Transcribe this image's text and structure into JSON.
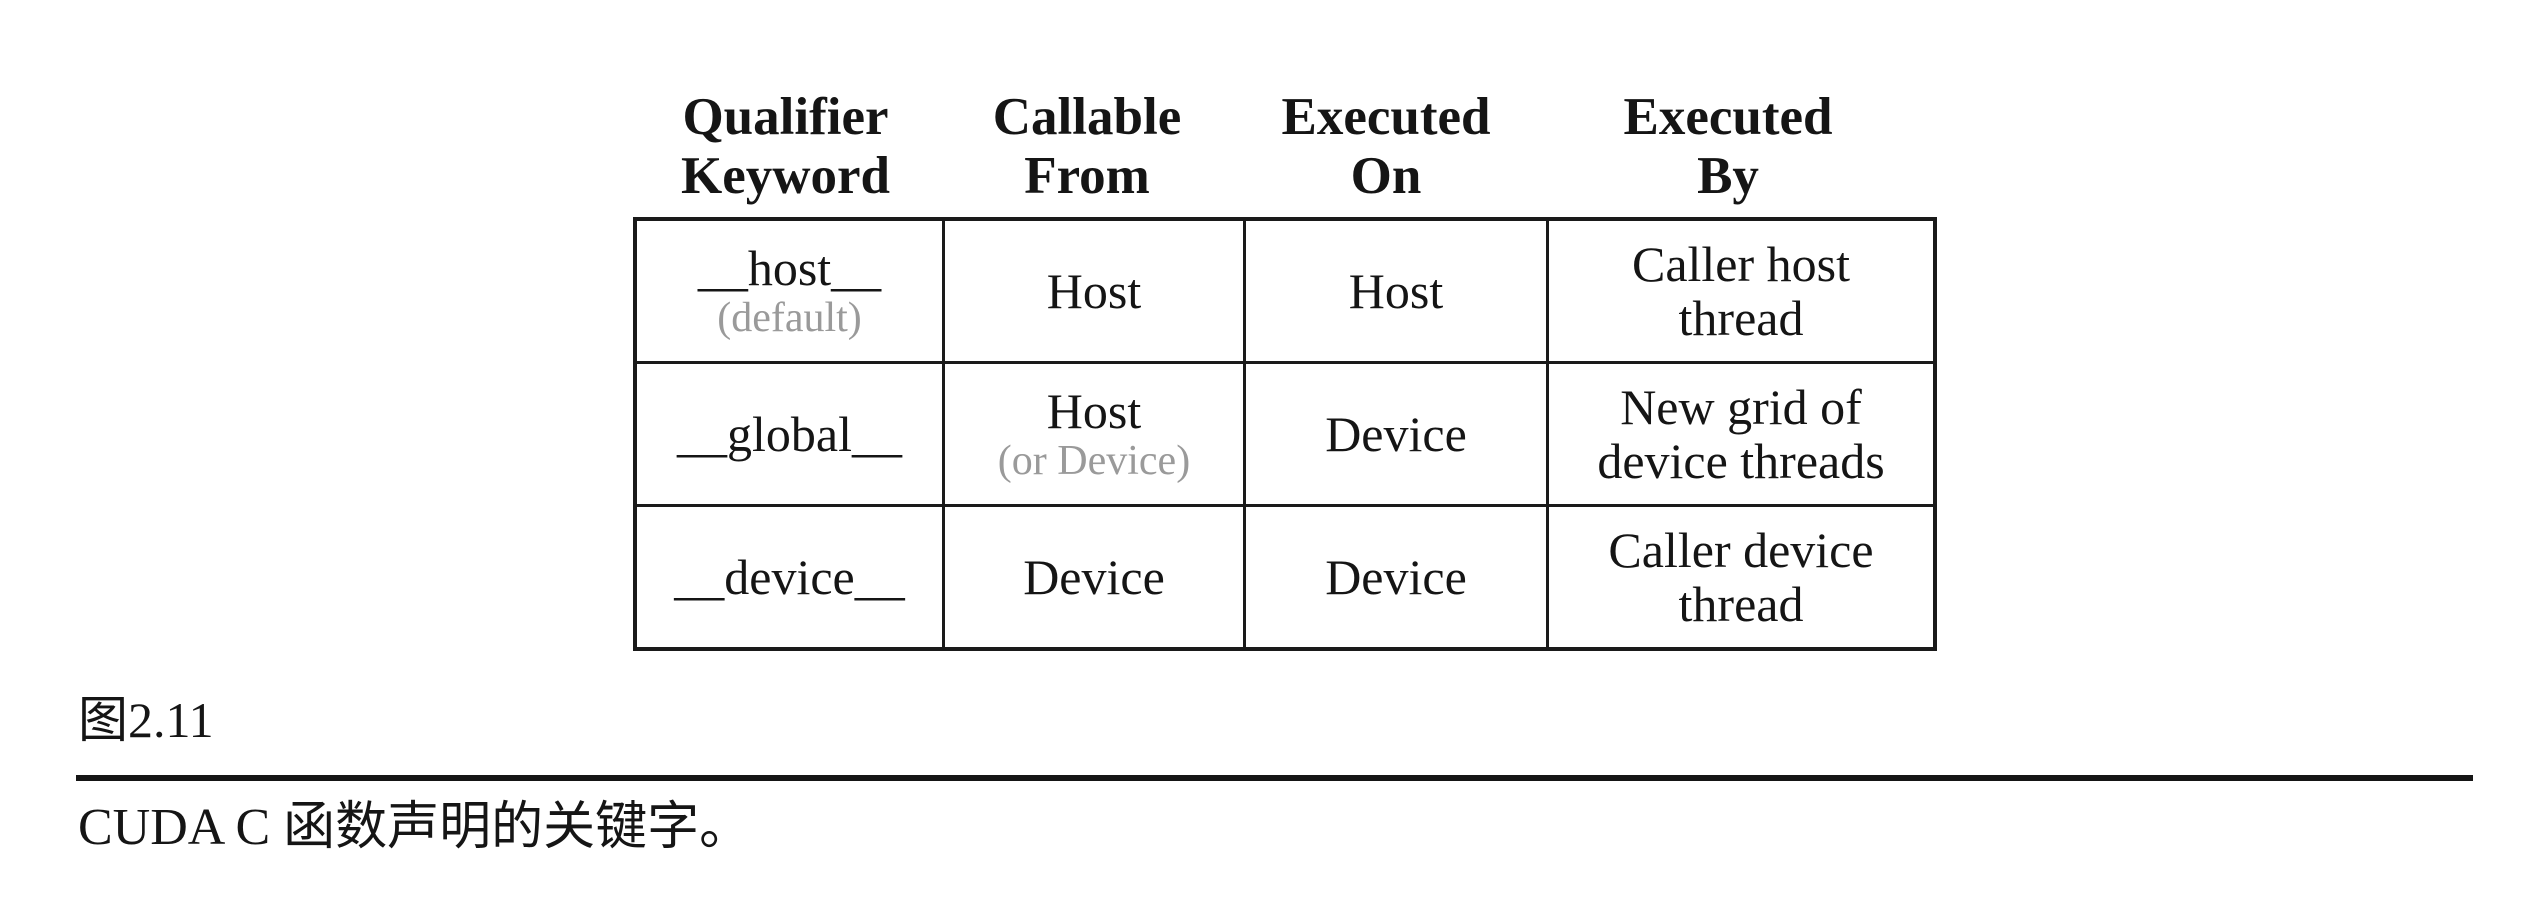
{
  "page": {
    "figure_label": "图2.11",
    "caption": "CUDA C 函数声明的关键字。"
  },
  "colors": {
    "text": "#151515",
    "muted_note": "#9a9a9a",
    "border": "#1a1a1a",
    "background": "#ffffff"
  },
  "table": {
    "headers": [
      {
        "line1": "Qualifier",
        "line2": "Keyword"
      },
      {
        "line1": "Callable",
        "line2": "From"
      },
      {
        "line1": "Executed",
        "line2": "On"
      },
      {
        "line1": "Executed",
        "line2": "By"
      }
    ],
    "rows": [
      {
        "qualifier": "__host__",
        "qualifier_note": "(default)",
        "callable_from": "Host",
        "callable_from_note": "",
        "executed_on": "Host",
        "executed_by": "Caller host thread"
      },
      {
        "qualifier": "__global__",
        "qualifier_note": "",
        "callable_from": "Host",
        "callable_from_note": "(or Device)",
        "executed_on": "Device",
        "executed_by": "New grid of device threads"
      },
      {
        "qualifier": "__device__",
        "qualifier_note": "",
        "callable_from": "Device",
        "callable_from_note": "",
        "executed_on": "Device",
        "executed_by": "Caller device thread"
      }
    ]
  }
}
